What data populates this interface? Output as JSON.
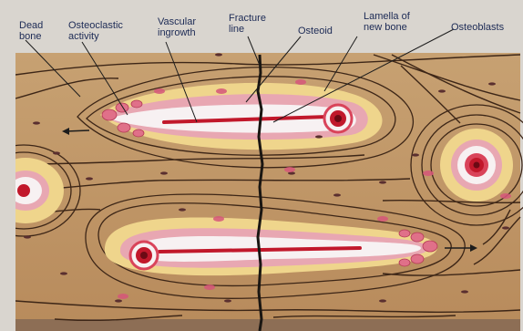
{
  "labels": {
    "dead_bone": [
      "Dead",
      "bone"
    ],
    "osteoclastic_activity": [
      "Osteoclastic",
      "activity"
    ],
    "vascular_ingrowth": [
      "Vascular",
      "ingrowth"
    ],
    "fracture_line": [
      "Fracture",
      "line"
    ],
    "osteoid": "Osteoid",
    "lamella_new_bone": [
      "Lamella of",
      "new bone"
    ],
    "osteoblasts": "Osteoblasts"
  },
  "colors": {
    "bone_tan": "#c39a6a",
    "lamella_line": "#3d2617",
    "new_bone_yellow": "#efd58c",
    "osteoid_pink": "#e8a7b2",
    "vessel_red": "#c1182b",
    "cell_dark": "#5a2f2f",
    "label_text": "#1c2a55",
    "frame_grey": "#d9d5cf"
  }
}
